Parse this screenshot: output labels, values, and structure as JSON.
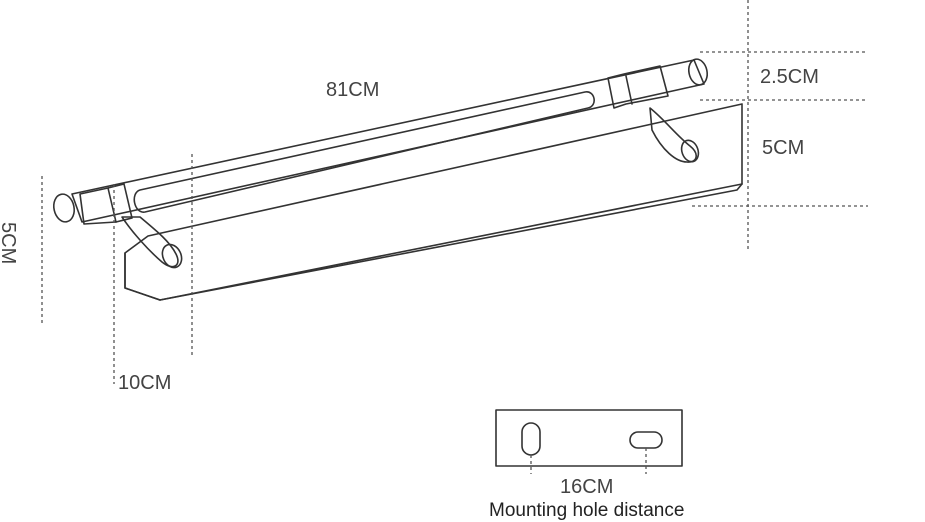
{
  "dimensions": {
    "length": "81CM",
    "tube_diameter": "2.5CM",
    "plate_height": "5CM",
    "side_height": "5CM",
    "arm_projection": "10CM",
    "hole_distance": "16CM"
  },
  "caption": "Mounting hole distance"
}
